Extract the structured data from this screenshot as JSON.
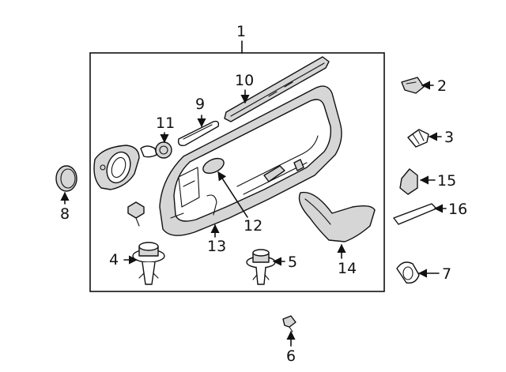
{
  "callouts": [
    {
      "id": "1",
      "label": "1"
    },
    {
      "id": "2",
      "label": "2"
    },
    {
      "id": "3",
      "label": "3"
    },
    {
      "id": "4",
      "label": "4"
    },
    {
      "id": "5",
      "label": "5"
    },
    {
      "id": "6",
      "label": "6"
    },
    {
      "id": "7",
      "label": "7"
    },
    {
      "id": "8",
      "label": "8"
    },
    {
      "id": "9",
      "label": "9"
    },
    {
      "id": "10",
      "label": "10"
    },
    {
      "id": "11",
      "label": "11"
    },
    {
      "id": "12",
      "label": "12"
    },
    {
      "id": "13",
      "label": "13"
    },
    {
      "id": "14",
      "label": "14"
    },
    {
      "id": "15",
      "label": "15"
    },
    {
      "id": "16",
      "label": "16"
    }
  ],
  "colors": {
    "line": "#111111",
    "background": "#ffffff",
    "part_fill": "#d6d6d6",
    "part_dark": "#9a9a9a"
  }
}
